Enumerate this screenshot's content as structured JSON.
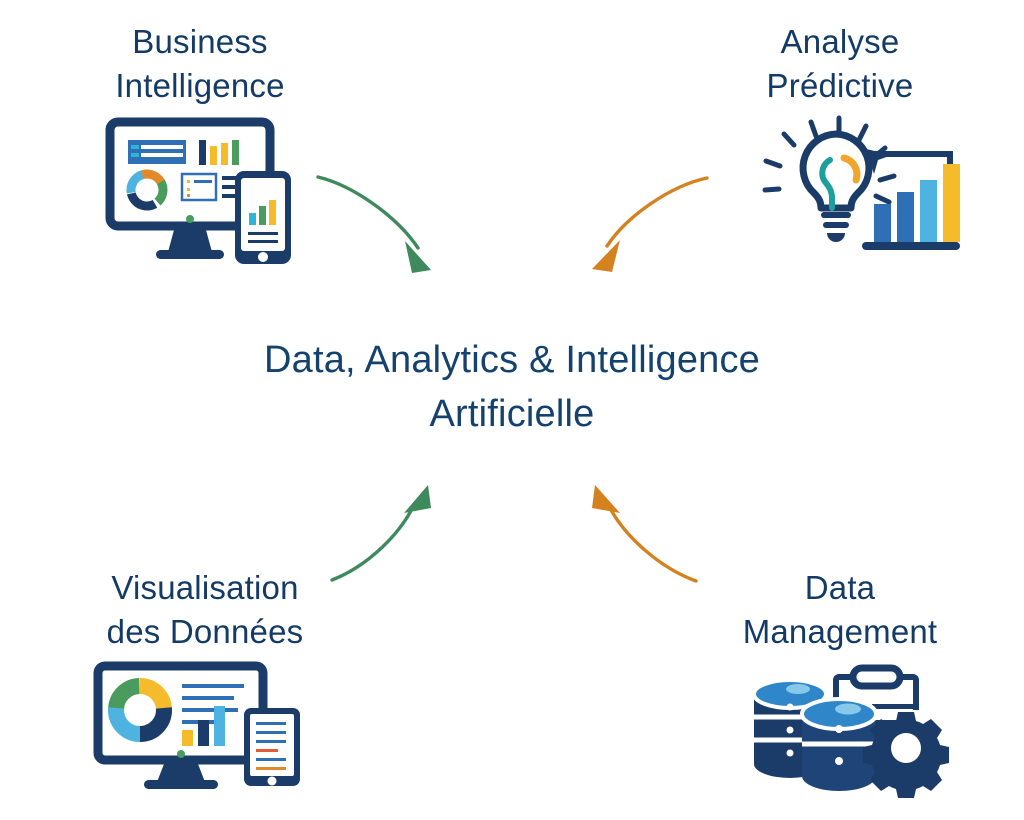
{
  "diagram": {
    "title": "Data, Analytics & Intelligence Artificielle",
    "center_line_1": "Data, Analytics &",
    "center_line_2": "Intelligence Artificielle",
    "background_color": "#ffffff",
    "text_color": "#14426f"
  },
  "nodes": [
    {
      "id": "business-intelligence",
      "label": "Business\nIntelligence",
      "line_1": "Business",
      "line_2": "Intelligence",
      "position": "top-left",
      "icon": "monitor-dashboard-smartphone-icon"
    },
    {
      "id": "analyse-predictive",
      "label": "Analyse\nPrédictive",
      "line_1": "Analyse",
      "line_2": "Prédictive",
      "position": "top-right",
      "icon": "lightbulb-growth-chart-icon"
    },
    {
      "id": "visualisation-des-donnees",
      "label": "Visualisation\ndes Données",
      "line_1": "Visualisation",
      "line_2": "des Données",
      "position": "bottom-left",
      "icon": "monitor-donut-chart-tablet-icon"
    },
    {
      "id": "data-management",
      "label": "Data\nManagement",
      "line_1": "Data",
      "line_2": "Management",
      "position": "bottom-right",
      "icon": "database-clipboard-gear-icon"
    }
  ],
  "arrows": [
    {
      "id": "arrow-bi-to-center",
      "from": "business-intelligence",
      "to": "center",
      "color": "#3f8a5c",
      "direction": "down-right",
      "style": "curved"
    },
    {
      "id": "arrow-pred-to-center",
      "from": "analyse-predictive",
      "to": "center",
      "color": "#d4821f",
      "direction": "down-left",
      "style": "curved"
    },
    {
      "id": "arrow-dataviz-to-center",
      "from": "visualisation-des-donnees",
      "to": "center",
      "color": "#3f8a5c",
      "direction": "up-right",
      "style": "curved"
    },
    {
      "id": "arrow-dm-to-center",
      "from": "data-management",
      "to": "center",
      "color": "#d4821f",
      "direction": "up-left",
      "style": "curved"
    }
  ],
  "palette": {
    "navy": "#1b3c69",
    "navy_dark": "#16325a",
    "blue": "#2f6fb5",
    "light_blue": "#4eb3e0",
    "cyan": "#2fb5d4",
    "teal": "#1f9e9e",
    "green": "#4a9b5e",
    "yellow": "#f5bb2a",
    "orange": "#e08a2b",
    "arrow_green": "#3f8a5c",
    "arrow_orange": "#d4821f",
    "white": "#ffffff"
  }
}
